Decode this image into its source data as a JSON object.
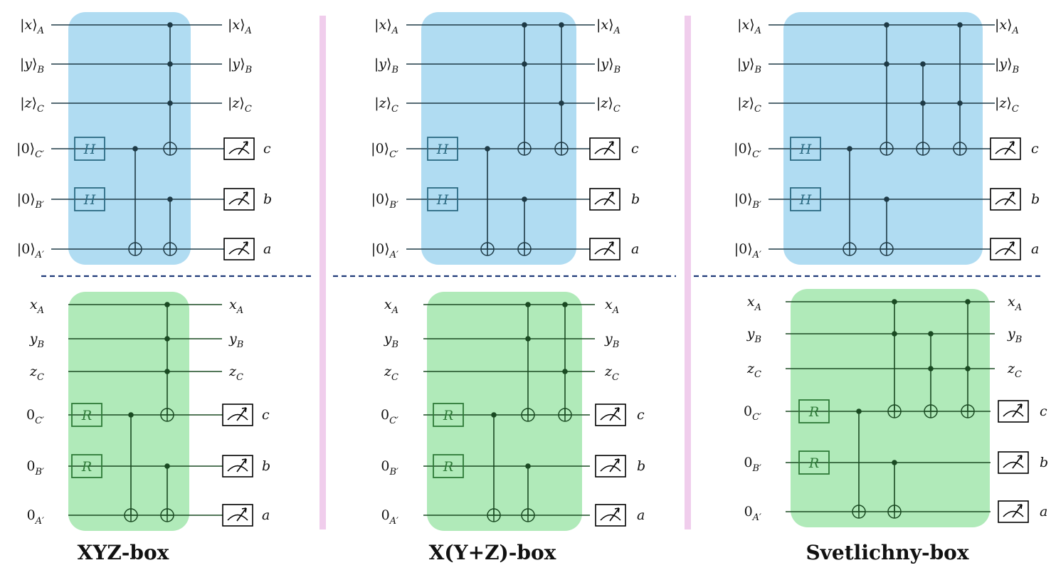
{
  "panels": [
    {
      "caption": "XYZ-box",
      "quantum": {
        "inputs": [
          "|x⟩_A",
          "|y⟩_B",
          "|z⟩_C",
          "|0⟩_C′",
          "|0⟩_B′",
          "|0⟩_A′"
        ],
        "outputs": [
          "|x⟩_A",
          "|y⟩_B",
          "|z⟩_C",
          "c",
          "b",
          "a"
        ],
        "gate": "H"
      },
      "classical": {
        "inputs": [
          "x_A",
          "y_B",
          "z_C",
          "0_C′",
          "0_B′",
          "0_A′"
        ],
        "outputs": [
          "x_A",
          "y_B",
          "z_C",
          "c",
          "b",
          "a"
        ],
        "gate": "R"
      }
    },
    {
      "caption": "X(Y+Z)-box",
      "quantum": {
        "inputs": [
          "|x⟩_A",
          "|y⟩_B",
          "|z⟩_C",
          "|0⟩_C′",
          "|0⟩_B′",
          "|0⟩_A′"
        ],
        "outputs": [
          "|x⟩_A",
          "|y⟩_B",
          "|z⟩_C",
          "c",
          "b",
          "a"
        ],
        "gate": "H"
      },
      "classical": {
        "inputs": [
          "x_A",
          "y_B",
          "z_C",
          "0_C′",
          "0_B′",
          "0_A′"
        ],
        "outputs": [
          "x_A",
          "y_B",
          "z_C",
          "c",
          "b",
          "a"
        ],
        "gate": "R"
      }
    },
    {
      "caption": "Svetlichny-box",
      "quantum": {
        "inputs": [
          "|x⟩_A",
          "|y⟩_B",
          "|z⟩_C",
          "|0⟩_C′",
          "|0⟩_B′",
          "|0⟩_A′"
        ],
        "outputs": [
          "|x⟩_A",
          "|y⟩_B",
          "|z⟩_C",
          "c",
          "b",
          "a"
        ],
        "gate": "H"
      },
      "classical": {
        "inputs": [
          "x_A",
          "y_B",
          "z_C",
          "0_C′",
          "0_B′",
          "0_A′"
        ],
        "outputs": [
          "x_A",
          "y_B",
          "z_C",
          "c",
          "b",
          "a"
        ],
        "gate": "R"
      }
    }
  ],
  "colors": {
    "quantum_fill": "#b0dcf2",
    "classical_fill": "#b0eab9",
    "quantum_wire": "#1e3a46",
    "classical_wire": "#1a4a22",
    "quantum_gate_stroke": "#2b6a82",
    "classical_gate_stroke": "#2e7a38",
    "divider_pink": "#f0cdec",
    "dashed_line": "#1f3a78"
  }
}
